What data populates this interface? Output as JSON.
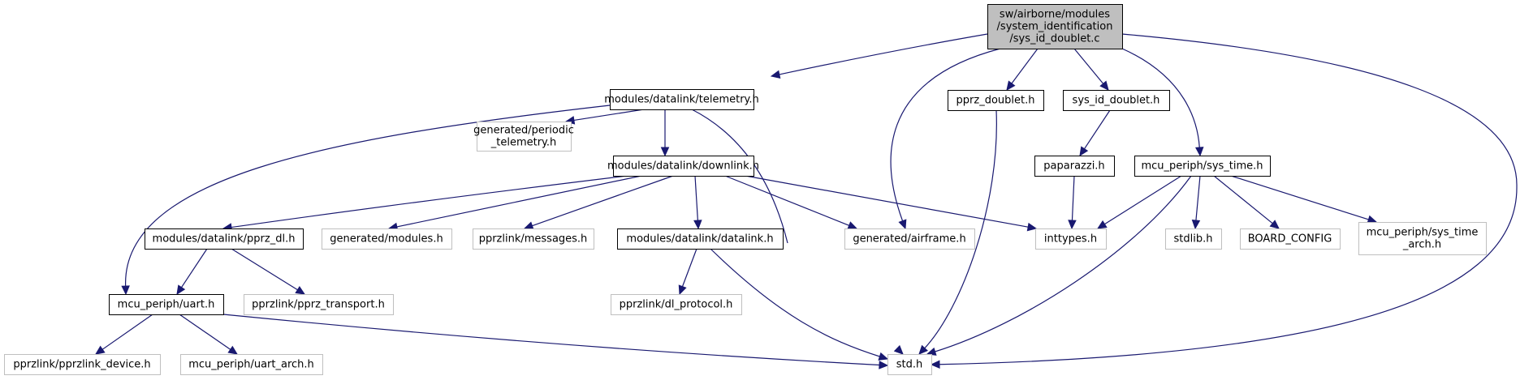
{
  "diagram": {
    "type": "include-dependency-graph",
    "colors": {
      "edge": "#191970",
      "root_fill": "#bfbfbf",
      "root_border": "#000000",
      "documented_border": "#000000",
      "undocumented_border": "#bfbfbf",
      "node_fill": "#ffffff"
    },
    "nodes": [
      {
        "id": "root",
        "lines": [
          "sw/airborne/modules",
          "/system_identification",
          "/sys_id_doublet.c"
        ],
        "style": "root"
      },
      {
        "id": "telemetry",
        "lines": [
          "modules/datalink/telemetry.h"
        ],
        "style": "documented"
      },
      {
        "id": "pprz_doublet",
        "lines": [
          "pprz_doublet.h"
        ],
        "style": "documented"
      },
      {
        "id": "sys_id_doublet_h",
        "lines": [
          "sys_id_doublet.h"
        ],
        "style": "documented"
      },
      {
        "id": "periodic_telemetry",
        "lines": [
          "generated/periodic",
          "_telemetry.h"
        ],
        "style": "undocumented"
      },
      {
        "id": "downlink",
        "lines": [
          "modules/datalink/downlink.h"
        ],
        "style": "documented"
      },
      {
        "id": "paparazzi",
        "lines": [
          "paparazzi.h"
        ],
        "style": "documented"
      },
      {
        "id": "sys_time",
        "lines": [
          "mcu_periph/sys_time.h"
        ],
        "style": "documented"
      },
      {
        "id": "pprz_dl",
        "lines": [
          "modules/datalink/pprz_dl.h"
        ],
        "style": "documented"
      },
      {
        "id": "gen_modules",
        "lines": [
          "generated/modules.h"
        ],
        "style": "undocumented"
      },
      {
        "id": "messages",
        "lines": [
          "pprzlink/messages.h"
        ],
        "style": "undocumented"
      },
      {
        "id": "datalink",
        "lines": [
          "modules/datalink/datalink.h"
        ],
        "style": "documented"
      },
      {
        "id": "airframe",
        "lines": [
          "generated/airframe.h"
        ],
        "style": "undocumented"
      },
      {
        "id": "inttypes",
        "lines": [
          "inttypes.h"
        ],
        "style": "undocumented"
      },
      {
        "id": "stdlib",
        "lines": [
          "stdlib.h"
        ],
        "style": "undocumented"
      },
      {
        "id": "board_config",
        "lines": [
          "BOARD_CONFIG"
        ],
        "style": "undocumented"
      },
      {
        "id": "sys_time_arch",
        "lines": [
          "mcu_periph/sys_time",
          "_arch.h"
        ],
        "style": "undocumented"
      },
      {
        "id": "uart",
        "lines": [
          "mcu_periph/uart.h"
        ],
        "style": "documented"
      },
      {
        "id": "pprz_transport",
        "lines": [
          "pprzlink/pprz_transport.h"
        ],
        "style": "undocumented"
      },
      {
        "id": "dl_protocol",
        "lines": [
          "pprzlink/dl_protocol.h"
        ],
        "style": "undocumented"
      },
      {
        "id": "pprzlink_device",
        "lines": [
          "pprzlink/pprzlink_device.h"
        ],
        "style": "undocumented"
      },
      {
        "id": "uart_arch",
        "lines": [
          "mcu_periph/uart_arch.h"
        ],
        "style": "undocumented"
      },
      {
        "id": "std",
        "lines": [
          "std.h"
        ],
        "style": "undocumented"
      }
    ],
    "edges": [
      {
        "from": "root",
        "to": "telemetry"
      },
      {
        "from": "root",
        "to": "airframe"
      },
      {
        "from": "root",
        "to": "pprz_doublet"
      },
      {
        "from": "root",
        "to": "sys_id_doublet_h"
      },
      {
        "from": "root",
        "to": "sys_time"
      },
      {
        "from": "root",
        "to": "std"
      },
      {
        "from": "telemetry",
        "to": "uart"
      },
      {
        "from": "telemetry",
        "to": "periodic_telemetry"
      },
      {
        "from": "telemetry",
        "to": "downlink"
      },
      {
        "from": "telemetry",
        "to": "std"
      },
      {
        "from": "pprz_doublet",
        "to": "std"
      },
      {
        "from": "sys_id_doublet_h",
        "to": "paparazzi"
      },
      {
        "from": "paparazzi",
        "to": "inttypes"
      },
      {
        "from": "downlink",
        "to": "pprz_dl"
      },
      {
        "from": "downlink",
        "to": "gen_modules"
      },
      {
        "from": "downlink",
        "to": "messages"
      },
      {
        "from": "downlink",
        "to": "datalink"
      },
      {
        "from": "downlink",
        "to": "airframe"
      },
      {
        "from": "downlink",
        "to": "inttypes"
      },
      {
        "from": "sys_time",
        "to": "inttypes"
      },
      {
        "from": "sys_time",
        "to": "std"
      },
      {
        "from": "sys_time",
        "to": "stdlib"
      },
      {
        "from": "sys_time",
        "to": "board_config"
      },
      {
        "from": "sys_time",
        "to": "sys_time_arch"
      },
      {
        "from": "pprz_dl",
        "to": "uart"
      },
      {
        "from": "pprz_dl",
        "to": "pprz_transport"
      },
      {
        "from": "datalink",
        "to": "dl_protocol"
      },
      {
        "from": "datalink",
        "to": "std"
      },
      {
        "from": "uart",
        "to": "pprzlink_device"
      },
      {
        "from": "uart",
        "to": "uart_arch"
      },
      {
        "from": "uart",
        "to": "std"
      }
    ]
  }
}
